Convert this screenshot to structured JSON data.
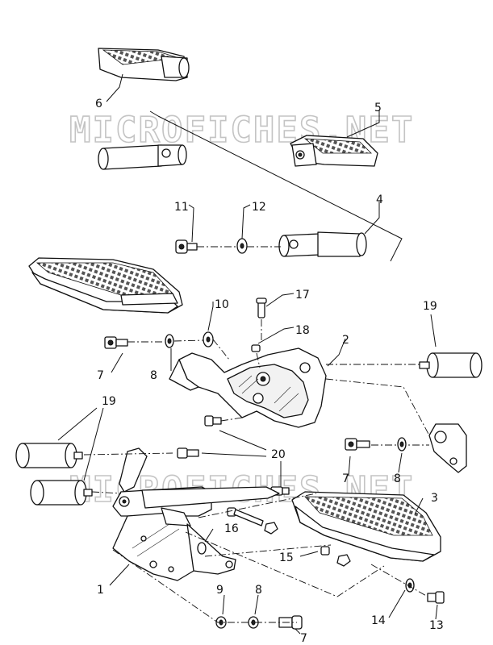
{
  "watermark": "MICROFICHES.NET",
  "callouts": {
    "c1": "1",
    "c2": "2",
    "c3": "3",
    "c4": "4",
    "c5": "5",
    "c6": "6",
    "c7a": "7",
    "c7b": "7",
    "c7c": "7",
    "c8a": "8",
    "c8b": "8",
    "c8c": "8",
    "c9": "9",
    "c10": "10",
    "c11": "11",
    "c12": "12",
    "c13": "13",
    "c14": "14",
    "c15": "15",
    "c16": "16",
    "c17": "17",
    "c18": "18",
    "c19a": "19",
    "c19b": "19",
    "c20": "20"
  }
}
